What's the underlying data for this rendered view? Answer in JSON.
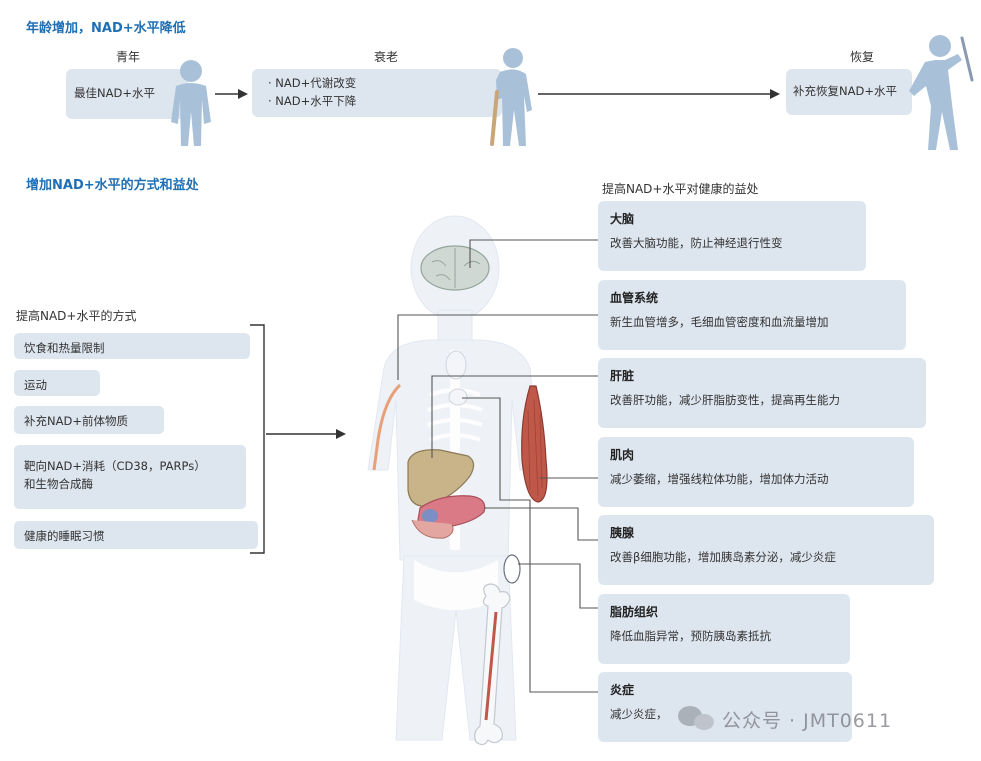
{
  "top": {
    "title": "年龄增加，NAD+水平降低",
    "stages": {
      "youth": {
        "label": "青年",
        "text": "最佳NAD+水平"
      },
      "aging": {
        "label": "衰老",
        "lines": [
          "· NAD+代谢改变",
          "· NAD+水平下降"
        ]
      },
      "recovery": {
        "label": "恢复",
        "text": "补充恢复NAD+水平"
      }
    }
  },
  "bottom": {
    "title": "增加NAD+水平的方式和益处",
    "methods_heading": "提高NAD+水平的方式",
    "methods": [
      {
        "text": "饮食和热量限制"
      },
      {
        "text": "运动"
      },
      {
        "text": "补充NAD+前体物质"
      },
      {
        "line1": "靶向NAD+消耗（CD38，PARPs）",
        "line2": "和生物合成酶"
      },
      {
        "text": "健康的睡眠习惯"
      }
    ],
    "benefits_heading": "提高NAD+水平对健康的益处",
    "benefits": [
      {
        "title": "大脑",
        "desc": "改善大脑功能，防止神经退行性变"
      },
      {
        "title": "血管系统",
        "desc": "新生血管增多，毛细血管密度和血流量增加"
      },
      {
        "title": "肝脏",
        "desc": "改善肝功能，减少肝脂肪变性，提高再生能力"
      },
      {
        "title": "肌肉",
        "desc": "减少萎缩，增强线粒体功能，增加体力活动"
      },
      {
        "title": "胰腺",
        "desc": "改善β细胞功能，增加胰岛素分泌，减少炎症"
      },
      {
        "title": "脂肪组织",
        "desc": "降低血脂异常，预防胰岛素抵抗"
      },
      {
        "title": "炎症",
        "desc": "减少炎症，"
      }
    ]
  },
  "watermark": "公众号 · JMT0611",
  "colors": {
    "title_blue": "#1f6fb5",
    "box_fill": "#dde5ee",
    "figure_blue": "#a9c1d8",
    "muscle_red": "#c0584a",
    "liver_tan": "#c9b48a",
    "pancreas_pink": "#d97a86"
  },
  "icons": [
    "young-person-figure",
    "elderly-person-with-cane-figure",
    "recovered-person-raising-cane-figure",
    "human-body-silhouette",
    "brain-organ",
    "liver-organ",
    "pancreas-organ",
    "muscle-organ",
    "bone-organ",
    "fat-tissue-organ",
    "wechat-logo-icon"
  ]
}
